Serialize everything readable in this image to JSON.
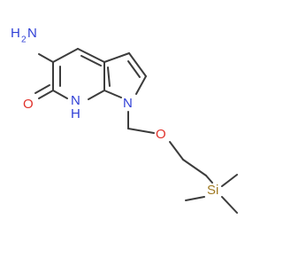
{
  "atoms": {
    "amino_H": "H",
    "amino_sub": "2",
    "amino_N": "N",
    "carbonyl_O": "O",
    "ring_N_H": "N",
    "ring_H": "H",
    "pyrrole_N": "N",
    "ether_O": "O",
    "silicon": "Si"
  },
  "colors": {
    "bond": "#3c3c3c",
    "nitrogen": "#2f3fd6",
    "oxygen": "#e0322b",
    "silicon": "#a07a23"
  }
}
